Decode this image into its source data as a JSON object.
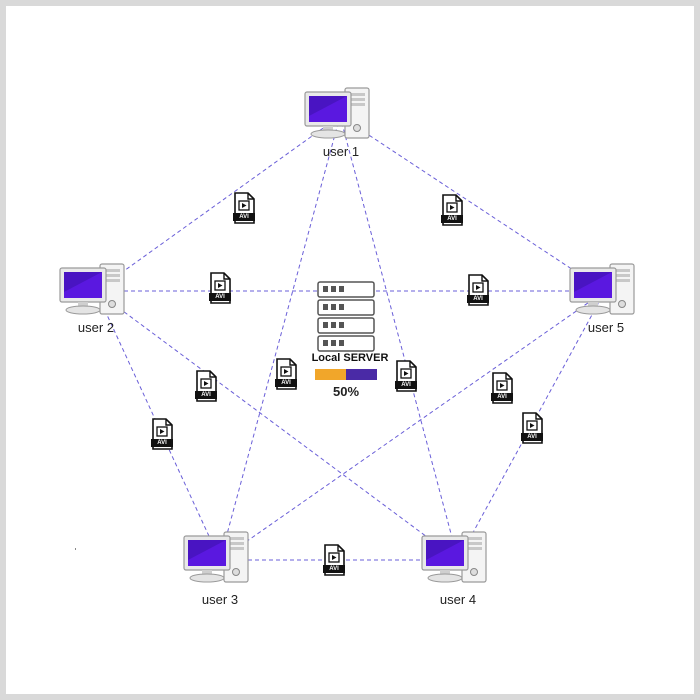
{
  "colors": {
    "link": "#6a5fd8",
    "screen": "#5a18e0",
    "screen_dark": "#2a0e8a",
    "progress_done": "#f1a62a",
    "progress_rest": "#4a2aa6"
  },
  "server": {
    "label": "Local SERVER",
    "progress_fraction": 0.5,
    "progress_text": "50%",
    "icon": "server-rack-icon"
  },
  "users": [
    {
      "id": "user1",
      "label": "user 1",
      "icon": "desktop-computer-icon"
    },
    {
      "id": "user2",
      "label": "user 2",
      "icon": "desktop-computer-icon"
    },
    {
      "id": "user3",
      "label": "user 3",
      "icon": "desktop-computer-icon"
    },
    {
      "id": "user4",
      "label": "user 4",
      "icon": "desktop-computer-icon"
    },
    {
      "id": "user5",
      "label": "user 5",
      "icon": "desktop-computer-icon"
    }
  ],
  "file_icon": {
    "text": "AVI",
    "icon": "avi-video-file-icon"
  },
  "links": [
    {
      "from": "user1",
      "to": "user2"
    },
    {
      "from": "user1",
      "to": "user5"
    },
    {
      "from": "user1",
      "to": "user3"
    },
    {
      "from": "user1",
      "to": "user4"
    },
    {
      "from": "user2",
      "to": "user5"
    },
    {
      "from": "user2",
      "to": "user3"
    },
    {
      "from": "user2",
      "to": "user4"
    },
    {
      "from": "user5",
      "to": "user3"
    },
    {
      "from": "user5",
      "to": "user4"
    },
    {
      "from": "user3",
      "to": "user4"
    }
  ]
}
